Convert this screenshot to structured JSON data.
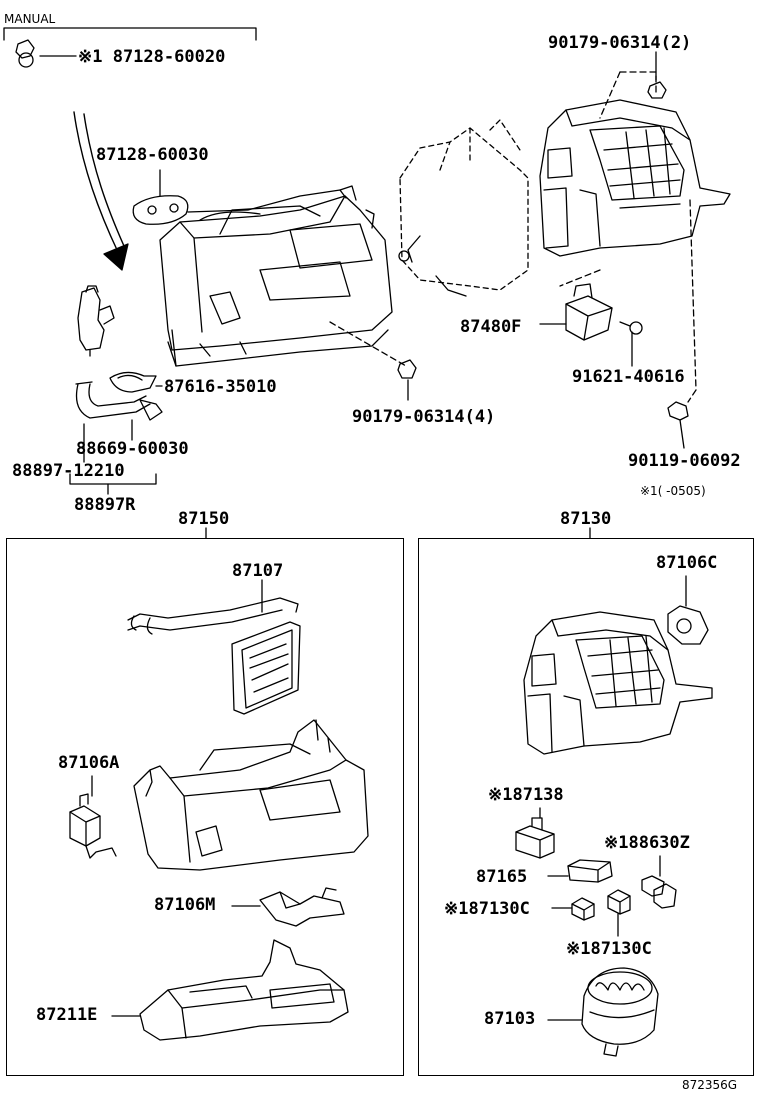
{
  "header": {
    "manual_label": "MANUAL",
    "manual_part": "※1 87128-60020"
  },
  "parts_top": {
    "p87128_60030": "87128-60030",
    "p90179_06314_2": "90179-06314(2)",
    "p87480F": "87480F",
    "p91621_40616": "91621-40616",
    "p87616_35010": "87616-35010",
    "p90179_06314_4": "90179-06314(4)",
    "p88669_60030": "88669-60030",
    "p88897_12210": "88897-12210",
    "p90119_06092": "90119-06092",
    "p88897R": "88897R",
    "footnote": "※1(      -0505)"
  },
  "left_group": {
    "title": "87150",
    "p87107": "87107",
    "p87106A": "87106A",
    "p87106M": "87106M",
    "p87211E": "87211E"
  },
  "right_group": {
    "title": "87130",
    "p87106C": "87106C",
    "p87138": "※187138",
    "p88630Z": "※188630Z",
    "p87165": "87165",
    "p87130C_a": "※187130C",
    "p87130C_b": "※187130C",
    "p87103": "87103"
  },
  "figure_code": "872356G"
}
